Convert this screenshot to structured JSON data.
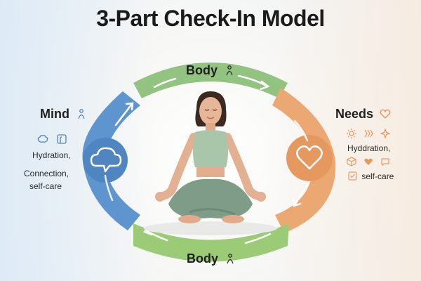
{
  "title": "3-Part Check-In Model",
  "sections": {
    "top": {
      "label": "Body",
      "icon": "person-icon",
      "color": "#8cc07a"
    },
    "bottom": {
      "label": "Body",
      "icon": "person-icon",
      "color": "#9ccb78"
    },
    "left": {
      "label": "Mind",
      "icon": "person-icon",
      "center_icon": "cloud-icon",
      "color": "#5e95cf",
      "items": [
        "Hydration,",
        "Connection,",
        "self-care"
      ]
    },
    "right": {
      "label": "Needs",
      "icon": "heart-icon",
      "center_icon": "heart-icon",
      "color": "#eba872",
      "items": [
        "Hyddration,",
        "self-care"
      ]
    }
  }
}
